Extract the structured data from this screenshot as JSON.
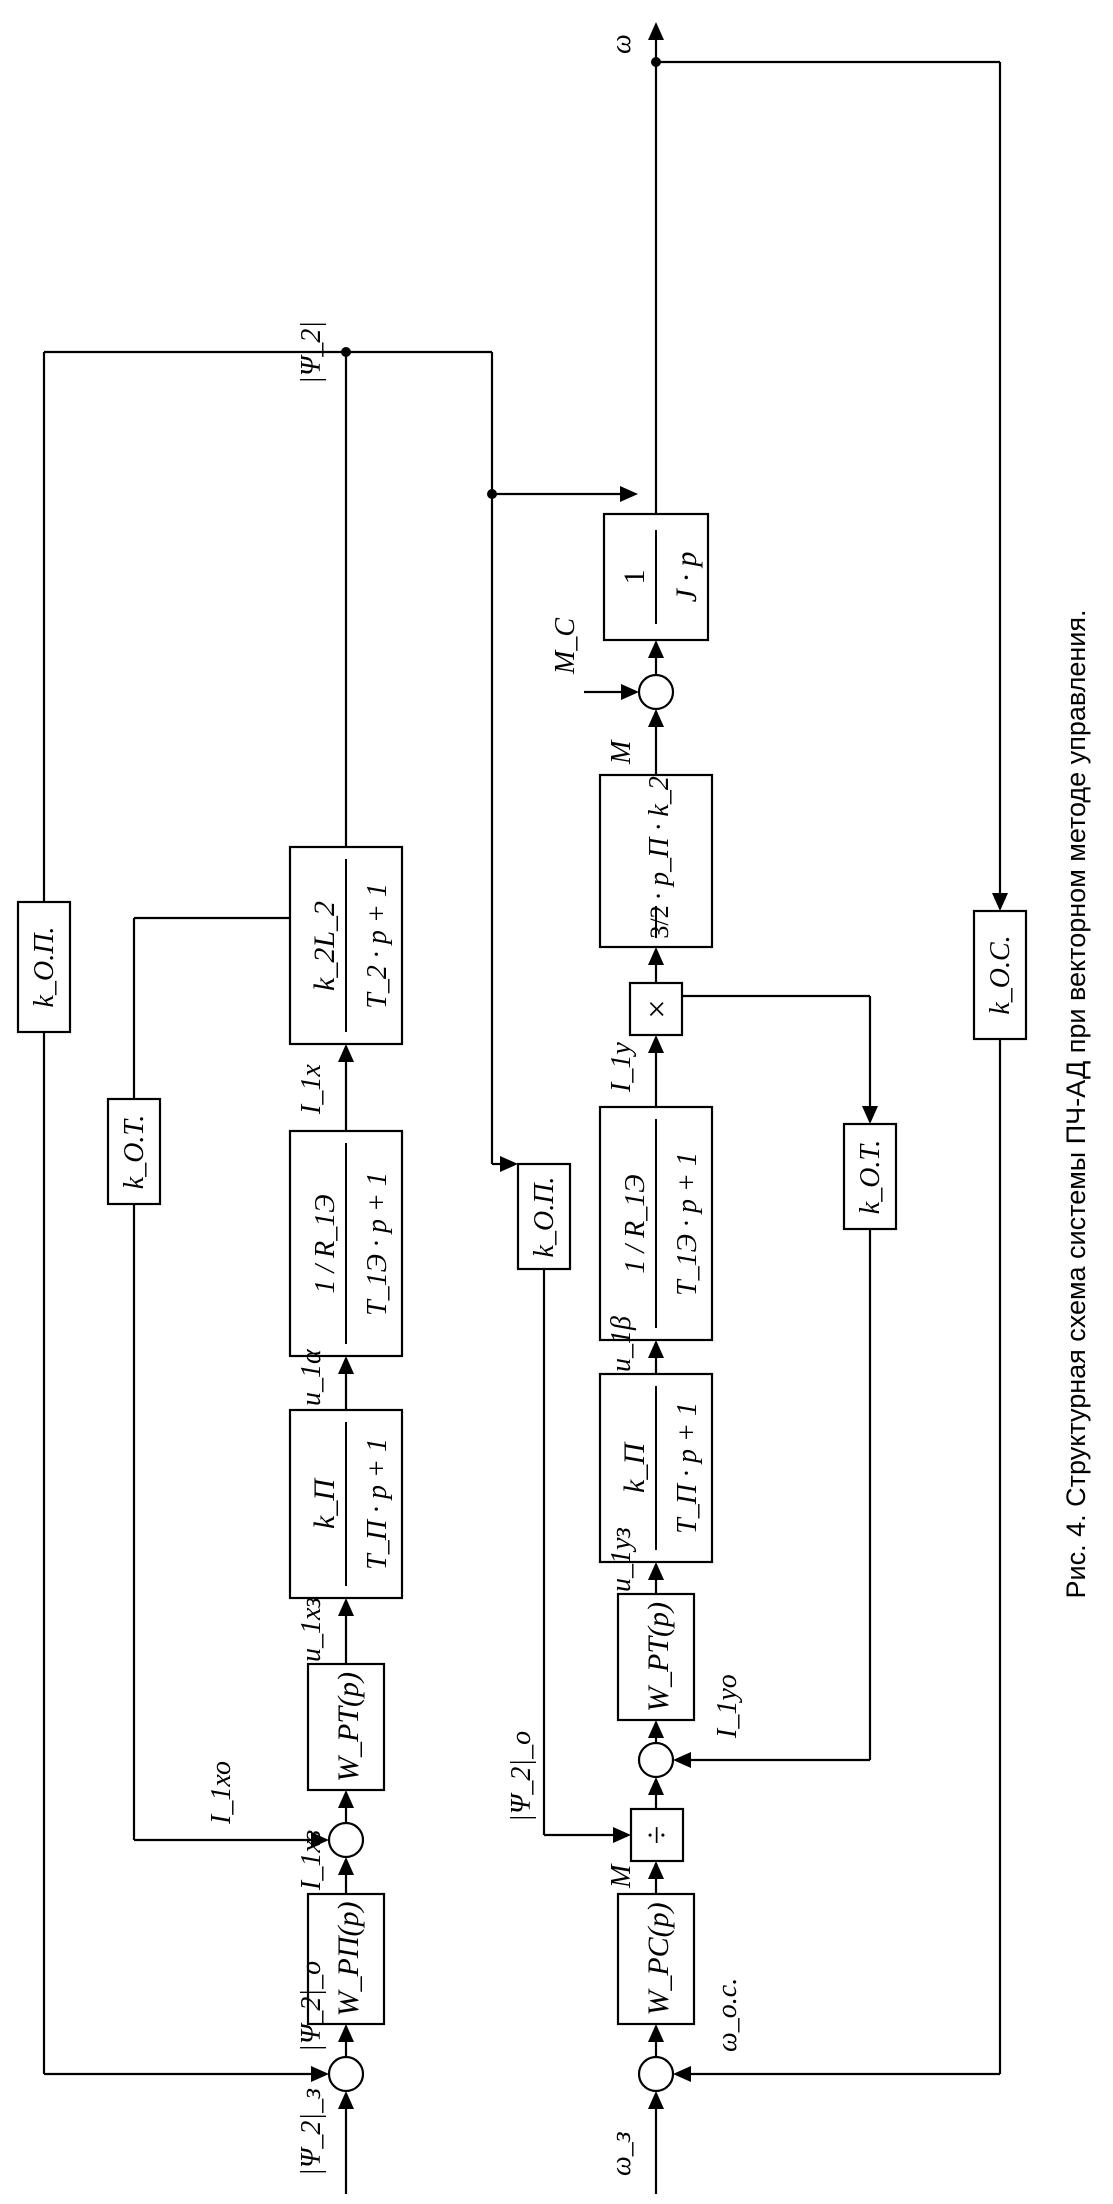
{
  "caption": "Рис. 4. Структурная схема системы ПЧ-АД при векторном методе управления.",
  "flux_channel": {
    "w_rp": "W_РП(p)",
    "w_rt": "W_РТ(p)",
    "k_p_num": "k_П",
    "k_p_den": "T_П · p + 1",
    "r1e_num": "1 / R_1Э",
    "r1e_den": "T_1Э · p + 1",
    "k2l2_num": "k_2L_2",
    "k2l2_den": "T_2 · p + 1",
    "k_ot": "k_О.Т.",
    "k_op_outer": "k_О.П.",
    "k_op_inner": "k_О.П.",
    "sig_psi_z": "|Ψ_2|_з",
    "sig_psi_o": "|Ψ_2|_о",
    "sig_i1xz": "I_1хз",
    "sig_i1xo": "I_1хо",
    "sig_u1xz": "u_1хз",
    "sig_u1a": "u_1α",
    "sig_i1x": "I_1х",
    "sig_psi": "|Ψ_2|"
  },
  "speed_channel": {
    "w_rs": "W_РС(p)",
    "w_rt": "W_РТ(p)",
    "k_p_num": "k_П",
    "k_p_den": "T_П · p + 1",
    "r1e_num": "1 / R_1Э",
    "r1e_den": "T_1Э · p + 1",
    "moment_num": "3/2",
    "moment_rest": "· p_П · k_2",
    "inertia_num": "1",
    "inertia_den": "J · p",
    "k_ot": "k_О.Т.",
    "k_os": "k_О.С.",
    "div_symbol": "÷",
    "mul_symbol": "×",
    "sig_omega_z": "ω_з",
    "sig_omega_os": "ω_о.с.",
    "sig_m_ref": "M",
    "sig_psi_o": "|Ψ_2|_о",
    "sig_i1yo": "I_1уо",
    "sig_u1yz": "u_1уз",
    "sig_u1b": "u_1β",
    "sig_i1y": "I_1у",
    "sig_m": "M",
    "sig_mc": "M_С",
    "sig_omega": "ω"
  }
}
